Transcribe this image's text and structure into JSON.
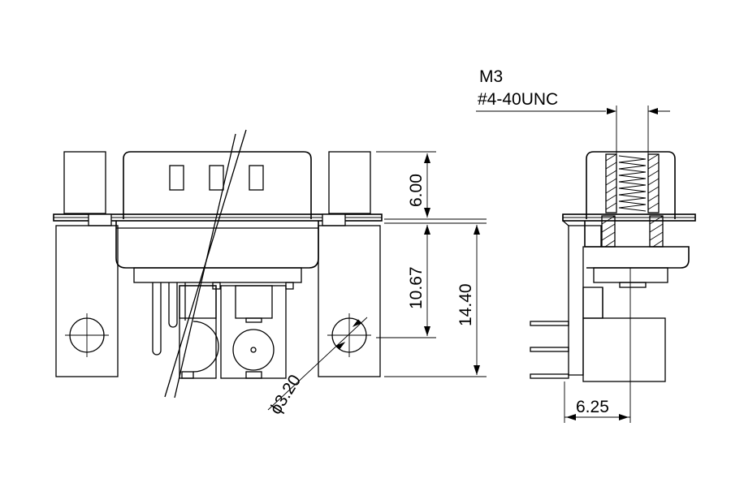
{
  "labels": {
    "thread_metric": "M3",
    "thread_unc": "#4-40UNC",
    "dim_flange_height": "6.00",
    "dim_body_depth": "10.67",
    "dim_total_height": "14.40",
    "dim_hole_diameter": "ϕ3.20",
    "dim_pin_offset": "6.25"
  }
}
